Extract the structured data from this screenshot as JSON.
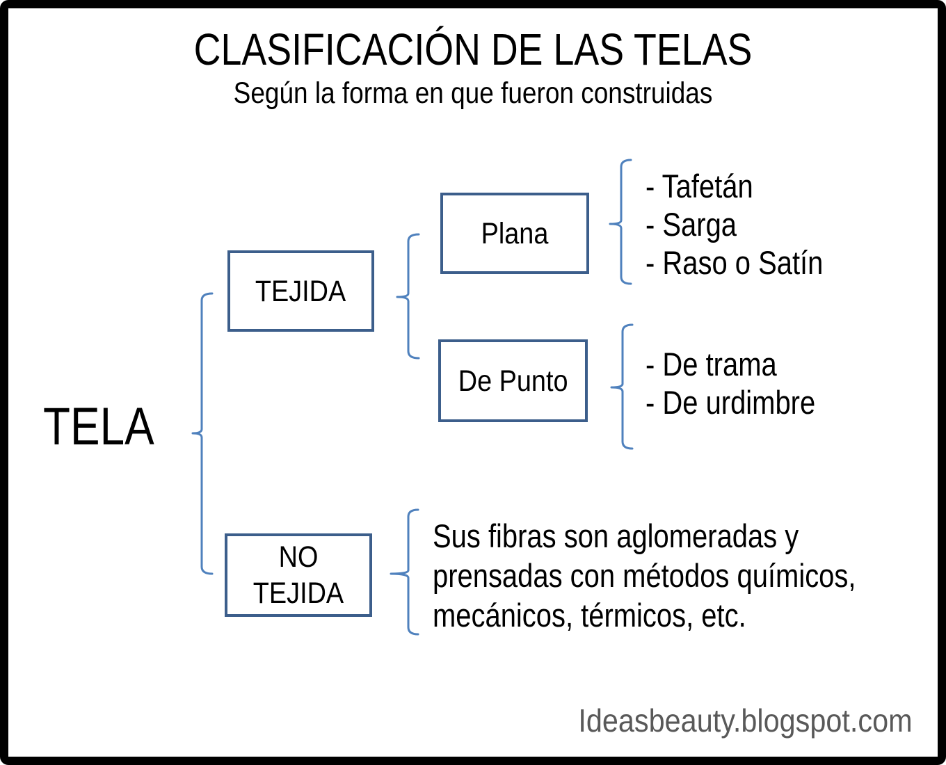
{
  "title": "CLASIFICACIÓN DE LAS TELAS",
  "subtitle": "Según la forma en que fueron construidas",
  "root_label": "TELA",
  "nodes": {
    "tejida": {
      "label": "TEJIDA"
    },
    "no_tejida": {
      "label": "NO TEJIDA"
    },
    "plana": {
      "label": "Plana"
    },
    "de_punto": {
      "label": "De Punto"
    }
  },
  "plana_types": {
    "items": [
      "- Tafetán",
      "- Sarga",
      "- Raso o Satín"
    ]
  },
  "de_punto_types": {
    "items": [
      "- De trama",
      "- De urdimbre"
    ]
  },
  "no_tejida_description": {
    "lines": [
      "Sus fibras son aglomeradas y",
      "prensadas con métodos químicos,",
      "mecánicos, térmicos, etc."
    ]
  },
  "footer": {
    "credit": "Ideasbeauty.blogspot.com"
  },
  "colors": {
    "frame": "#000000",
    "box_border": "#3C5E8B",
    "brace": "#4F81BD",
    "text": "#000000",
    "footer_text": "#595959"
  }
}
